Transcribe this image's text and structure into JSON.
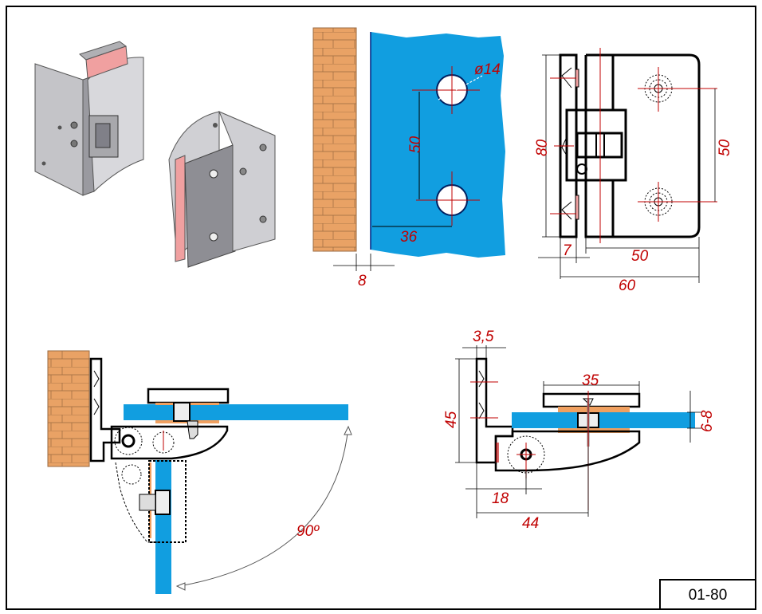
{
  "drawing": {
    "code": "01-80",
    "colors": {
      "glass": "#119ee0",
      "brick": "#e9a265",
      "dimension": "#c00000",
      "seal": "#f0a0a0"
    },
    "glass_view": {
      "hole_diameter": "ø14",
      "hole_spacing": "50",
      "hole_offset": "36",
      "wall_gap": "8"
    },
    "front_view": {
      "height": "80",
      "hole_spacing": "50",
      "plate_thickness": "7",
      "body_width": "50",
      "total_width": "60"
    },
    "rotation_view": {
      "angle": "90º"
    },
    "section_view": {
      "plate_thickness": "3,5",
      "height": "45",
      "clamp_width": "35",
      "glass_thickness": "6-8",
      "pivot_offset": "18",
      "screw_offset": "44"
    }
  }
}
